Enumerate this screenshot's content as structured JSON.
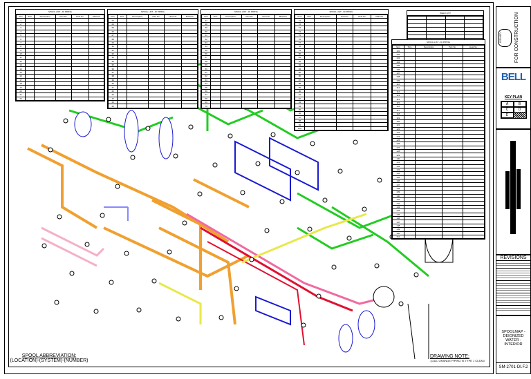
{
  "tables": [
    {
      "title": "SPOOL LIST - DI PIPING",
      "headers": [
        "Item",
        "Size",
        "Description",
        "Part No.",
        "Heat No.",
        "Material"
      ],
      "rows": [
        "1",
        "2",
        "3",
        "4",
        "5",
        "6",
        "7",
        "8",
        "9",
        "10",
        "11",
        "12",
        "13",
        "14",
        "15",
        "16",
        "17",
        "18",
        "19",
        "20",
        "21",
        "22"
      ]
    },
    {
      "title": "SPOOL LIST - DI PIPING",
      "headers": [
        "Item",
        "Size",
        "Description",
        "Part No.",
        "Heat No.",
        "Material"
      ],
      "rows": [
        "23",
        "24",
        "25",
        "26",
        "27",
        "28",
        "29",
        "30",
        "31",
        "32",
        "33",
        "34",
        "35",
        "36",
        "37",
        "38",
        "39",
        "40",
        "41",
        "42",
        "43",
        "44",
        "45",
        "46"
      ]
    },
    {
      "title": "SPOOL LIST - DI PIPING",
      "headers": [
        "Item",
        "Size",
        "Description",
        "Part No.",
        "Heat No.",
        "Material"
      ],
      "rows": [
        "47",
        "48",
        "49",
        "50",
        "51",
        "52",
        "53",
        "54",
        "55",
        "56",
        "57",
        "58",
        "59",
        "60",
        "61",
        "62",
        "63",
        "64",
        "65",
        "66",
        "67",
        "68",
        "69",
        "70"
      ]
    },
    {
      "title": "SPOOL LIST - DI PIPING",
      "headers": [
        "Item",
        "Size",
        "Description",
        "Part No.",
        "Heat No.",
        "Material"
      ],
      "rows": [
        "71",
        "72",
        "73",
        "74",
        "75",
        "76",
        "77",
        "78",
        "79",
        "80",
        "81",
        "82",
        "83",
        "84",
        "85",
        "86",
        "87",
        "88",
        "89",
        "90",
        "91",
        "92",
        "93",
        "94",
        "95",
        "96",
        "97",
        "98",
        "99",
        "100"
      ]
    }
  ],
  "right_tables": [
    {
      "title": "WELD LIST",
      "headers": [
        "",
        "",
        "",
        ""
      ],
      "rows": [
        "",
        "",
        "",
        "",
        "",
        "",
        "",
        ""
      ]
    },
    {
      "title": "SPOOL LIST - DI PIPING",
      "headers": [
        "Item",
        "Size",
        "Description",
        "Part No.",
        "Heat No."
      ],
      "rows": [
        "101",
        "102",
        "103",
        "104",
        "105",
        "106",
        "107",
        "108",
        "109",
        "110",
        "111",
        "112",
        "113",
        "114",
        "115",
        "116",
        "117",
        "118",
        "119",
        "120",
        "121",
        "122",
        "123",
        "124",
        "125",
        "126",
        "127",
        "128",
        "129",
        "130",
        "131",
        "132",
        "133",
        "134",
        "135",
        "136",
        "137",
        "138",
        "139",
        "140",
        "141",
        "142",
        "143",
        "144",
        "145",
        "146",
        "147",
        "148",
        "149",
        "150",
        "151"
      ]
    }
  ],
  "title_block": {
    "stamp": "ISSUED",
    "status": "FOR CONSTRUCTION",
    "logo": "BELL",
    "key_plan_label": "KEY PLAN",
    "key_plan_zones": [
      "A",
      "B",
      "C",
      "D",
      "E"
    ],
    "revisions_label": "REVISIONS",
    "sheet_title": "SPOOLMAP - DEIONIZED WATER - INTERIOR",
    "drawing_number": "SM-2701-DI.F.2"
  },
  "notes": {
    "spool_abbrev_title": "SPOOL ABBREVIATION:",
    "spool_abbrev_format": "(LOCATION)-(SYSTEM)-(NUMBER)",
    "drawing_note_title": "DRAWING NOTE:",
    "drawing_note_text": "1) ALL ORANGE PIPING IS TYPE 1 CLEAN"
  },
  "colors": {
    "green": "#22cc22",
    "orange": "#f0a030",
    "blue": "#1a1ad0",
    "pink": "#f06aa0",
    "red": "#e01030",
    "yellow": "#e8e84a"
  }
}
